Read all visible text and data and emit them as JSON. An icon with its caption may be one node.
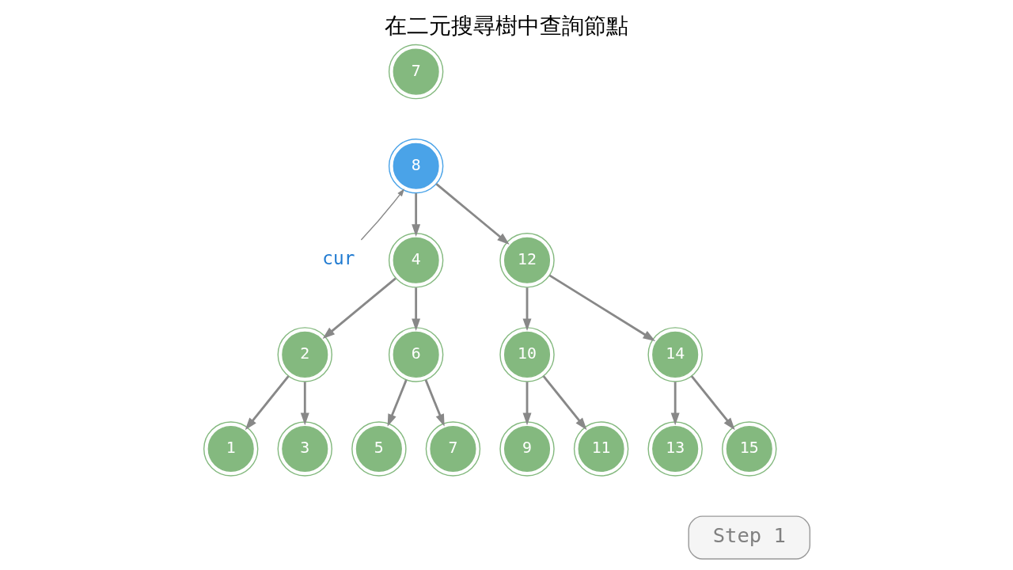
{
  "diagram": {
    "title": "在二元搜尋樹中查詢節點",
    "nodes": [
      {
        "text": [
          "7"
        ]
      },
      {
        "text": [
          "8"
        ]
      },
      {
        "text": [
          "cur"
        ]
      },
      {
        "text": [
          "4"
        ]
      },
      {
        "text": [
          "12"
        ]
      },
      {
        "text": [
          "2"
        ]
      },
      {
        "text": [
          "6"
        ]
      },
      {
        "text": [
          "10"
        ]
      },
      {
        "text": [
          "14"
        ]
      },
      {
        "text": [
          "1"
        ]
      },
      {
        "text": [
          "3"
        ]
      },
      {
        "text": [
          "5"
        ]
      },
      {
        "text": [
          "7"
        ]
      },
      {
        "text": [
          "9"
        ]
      },
      {
        "text": [
          "11"
        ]
      },
      {
        "text": [
          "13"
        ]
      },
      {
        "text": [
          "15"
        ]
      },
      {
        "text": [
          "Step 1"
        ]
      }
    ],
    "edges": [
      {
        "from": 1,
        "to": 3,
        "arrow": "to"
      },
      {
        "from": 1,
        "to": 4,
        "arrow": "to"
      },
      {
        "from": 2,
        "to": 1,
        "arrow": "to"
      },
      {
        "from": 3,
        "to": 5,
        "arrow": "to"
      },
      {
        "from": 3,
        "to": 6,
        "arrow": "to"
      },
      {
        "from": 4,
        "to": 7,
        "arrow": "to"
      },
      {
        "from": 4,
        "to": 8,
        "arrow": "to"
      },
      {
        "from": 5,
        "to": 9,
        "arrow": "to"
      },
      {
        "from": 5,
        "to": 10,
        "arrow": "to"
      },
      {
        "from": 6,
        "to": 11,
        "arrow": "to"
      },
      {
        "from": 6,
        "to": 12,
        "arrow": "to"
      },
      {
        "from": 7,
        "to": 13,
        "arrow": "to"
      },
      {
        "from": 7,
        "to": 14,
        "arrow": "to"
      },
      {
        "from": 8,
        "to": 15,
        "arrow": "to"
      },
      {
        "from": 8,
        "to": 16,
        "arrow": "to"
      }
    ]
  }
}
